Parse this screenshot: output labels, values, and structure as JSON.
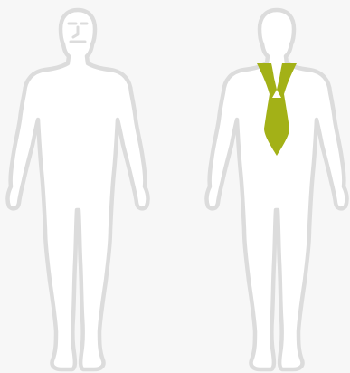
{
  "diagram": {
    "views": [
      "front",
      "back"
    ],
    "highlighted_region": "trapezius",
    "colors": {
      "background": "#f7f7f7",
      "body_fill": "#ffffff",
      "outline": "#dcdcdc",
      "highlight": "#a3b117"
    }
  }
}
